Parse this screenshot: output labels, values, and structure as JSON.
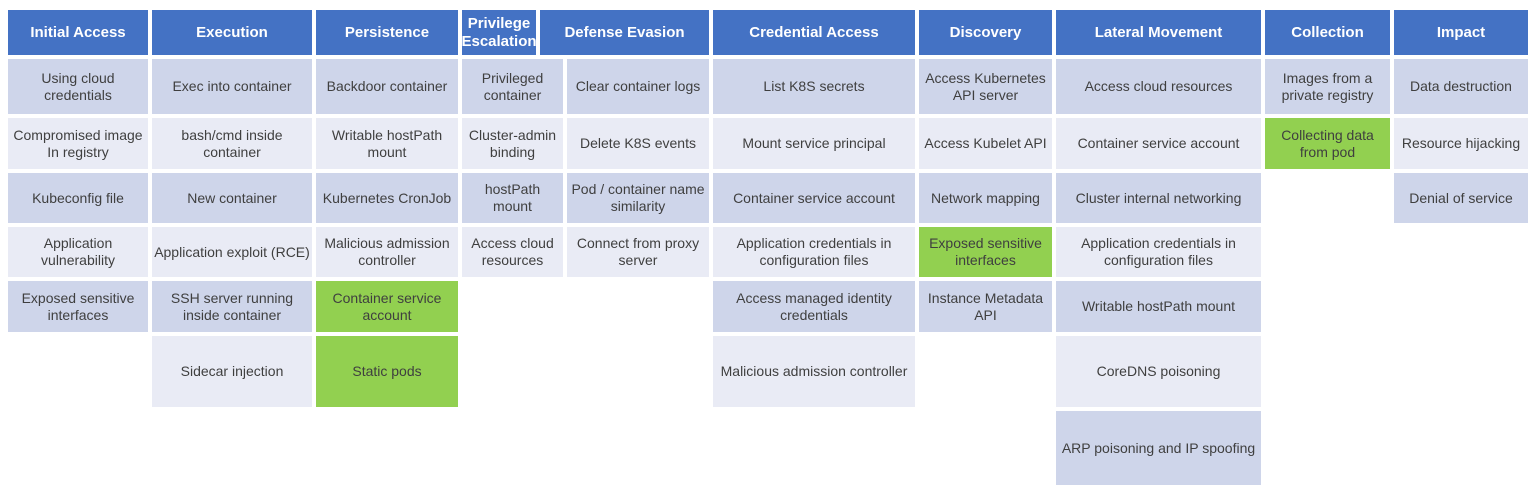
{
  "colors": {
    "header_bg": "#4472C4",
    "header_text": "#FFFFFF",
    "row_band_dark": "#CED5EA",
    "row_band_light": "#E9EBF5",
    "highlight_green": "#92D050",
    "cell_text": "#3F3F3F",
    "background": "#FFFFFF"
  },
  "matrix": {
    "columns": [
      {
        "header": "Initial Access",
        "cells": [
          {
            "label": "Using cloud credentials",
            "highlight": false
          },
          {
            "label": "Compromised image In registry",
            "highlight": false
          },
          {
            "label": "Kubeconfig file",
            "highlight": false
          },
          {
            "label": "Application vulnerability",
            "highlight": false
          },
          {
            "label": "Exposed sensitive interfaces",
            "highlight": false
          }
        ]
      },
      {
        "header": "Execution",
        "cells": [
          {
            "label": "Exec into container",
            "highlight": false
          },
          {
            "label": "bash/cmd inside container",
            "highlight": false
          },
          {
            "label": "New container",
            "highlight": false
          },
          {
            "label": "Application exploit (RCE)",
            "highlight": false
          },
          {
            "label": "SSH server running inside container",
            "highlight": false
          },
          {
            "label": "Sidecar injection",
            "highlight": false
          }
        ]
      },
      {
        "header": "Persistence",
        "cells": [
          {
            "label": "Backdoor container",
            "highlight": false
          },
          {
            "label": "Writable hostPath mount",
            "highlight": false
          },
          {
            "label": "Kubernetes CronJob",
            "highlight": false
          },
          {
            "label": "Malicious admission controller",
            "highlight": false
          },
          {
            "label": "Container service account",
            "highlight": true
          },
          {
            "label": "Static pods",
            "highlight": true
          }
        ]
      },
      {
        "header": "Privilege Escalation",
        "cells": [
          {
            "label": "Privileged container",
            "highlight": false
          },
          {
            "label": "Cluster-admin binding",
            "highlight": false
          },
          {
            "label": "hostPath mount",
            "highlight": false
          },
          {
            "label": "Access cloud resources",
            "highlight": false
          }
        ]
      },
      {
        "header": "Defense Evasion",
        "cells": [
          {
            "label": "Clear container logs",
            "highlight": false
          },
          {
            "label": "Delete K8S events",
            "highlight": false
          },
          {
            "label": "Pod / container name similarity",
            "highlight": false
          },
          {
            "label": "Connect from proxy server",
            "highlight": false
          }
        ]
      },
      {
        "header": "Credential Access",
        "cells": [
          {
            "label": "List K8S secrets",
            "highlight": false
          },
          {
            "label": "Mount service principal",
            "highlight": false
          },
          {
            "label": "Container service account",
            "highlight": false
          },
          {
            "label": "Application credentials in configuration files",
            "highlight": false
          },
          {
            "label": "Access managed identity credentials",
            "highlight": false
          },
          {
            "label": "Malicious admission controller",
            "highlight": false
          }
        ]
      },
      {
        "header": "Discovery",
        "cells": [
          {
            "label": "Access Kubernetes API server",
            "highlight": false
          },
          {
            "label": "Access Kubelet API",
            "highlight": false
          },
          {
            "label": "Network mapping",
            "highlight": false
          },
          {
            "label": "Exposed sensitive interfaces",
            "highlight": true
          },
          {
            "label": "Instance Metadata API",
            "highlight": false
          }
        ]
      },
      {
        "header": "Lateral Movement",
        "cells": [
          {
            "label": "Access cloud resources",
            "highlight": false
          },
          {
            "label": "Container service account",
            "highlight": false
          },
          {
            "label": "Cluster internal networking",
            "highlight": false
          },
          {
            "label": "Application credentials in configuration files",
            "highlight": false
          },
          {
            "label": "Writable hostPath mount",
            "highlight": false
          },
          {
            "label": "CoreDNS poisoning",
            "highlight": false
          },
          {
            "label": "ARP poisoning and IP spoofing",
            "highlight": false
          }
        ]
      },
      {
        "header": "Collection",
        "cells": [
          {
            "label": "Images from a private registry",
            "highlight": false
          },
          {
            "label": "Collecting data from pod",
            "highlight": true
          }
        ]
      },
      {
        "header": "Impact",
        "cells": [
          {
            "label": "Data destruction",
            "highlight": false
          },
          {
            "label": "Resource hijacking",
            "highlight": false
          },
          {
            "label": "Denial of service",
            "highlight": false
          }
        ]
      }
    ]
  }
}
